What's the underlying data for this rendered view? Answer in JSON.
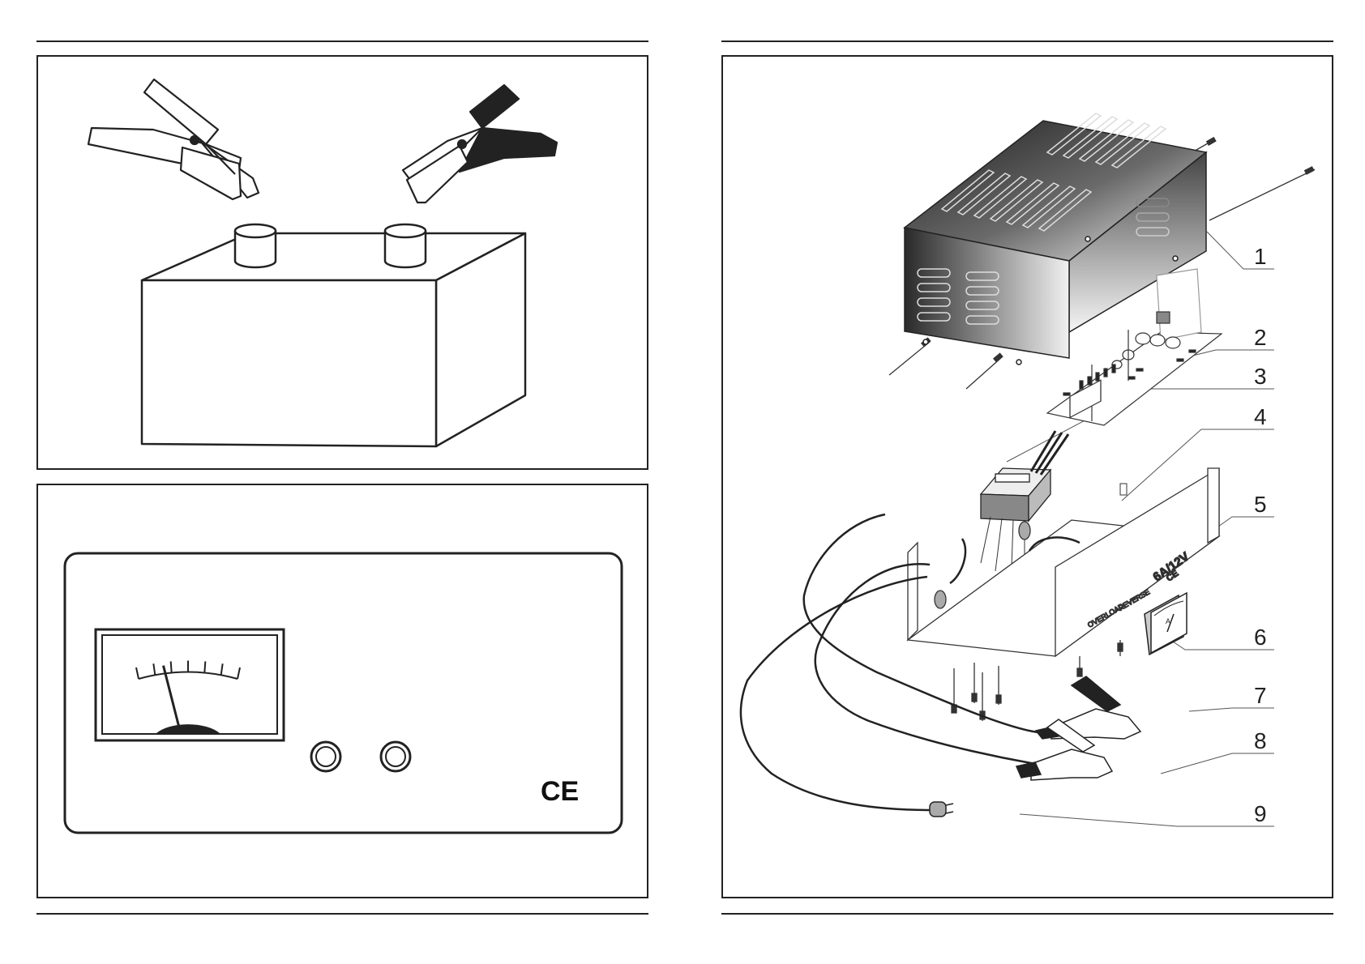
{
  "left_page": {
    "top_figure": {
      "components": [
        "battery",
        "positive-terminal",
        "negative-terminal",
        "red-clamp",
        "black-clamp"
      ]
    },
    "bottom_figure": {
      "front_panel": {
        "mark": "CE",
        "ammeter_scale_ticks": 7,
        "ammeter_needle_position": 0.25
      }
    }
  },
  "right_page": {
    "exploded_view": {
      "unit_label": "6A/12V",
      "meter_letter": "A",
      "indicator_labels": [
        "OVERLOAD",
        "REVERSE"
      ],
      "front_mark": "CE",
      "callouts": [
        "1",
        "2",
        "3",
        "4",
        "5",
        "6",
        "7",
        "8",
        "9"
      ]
    }
  },
  "colors": {
    "line": "#222222",
    "cover_dark": "#1e1e1e",
    "cover_light": "#f2f2f2",
    "clamp_black": "#222222",
    "paper": "#ffffff"
  }
}
